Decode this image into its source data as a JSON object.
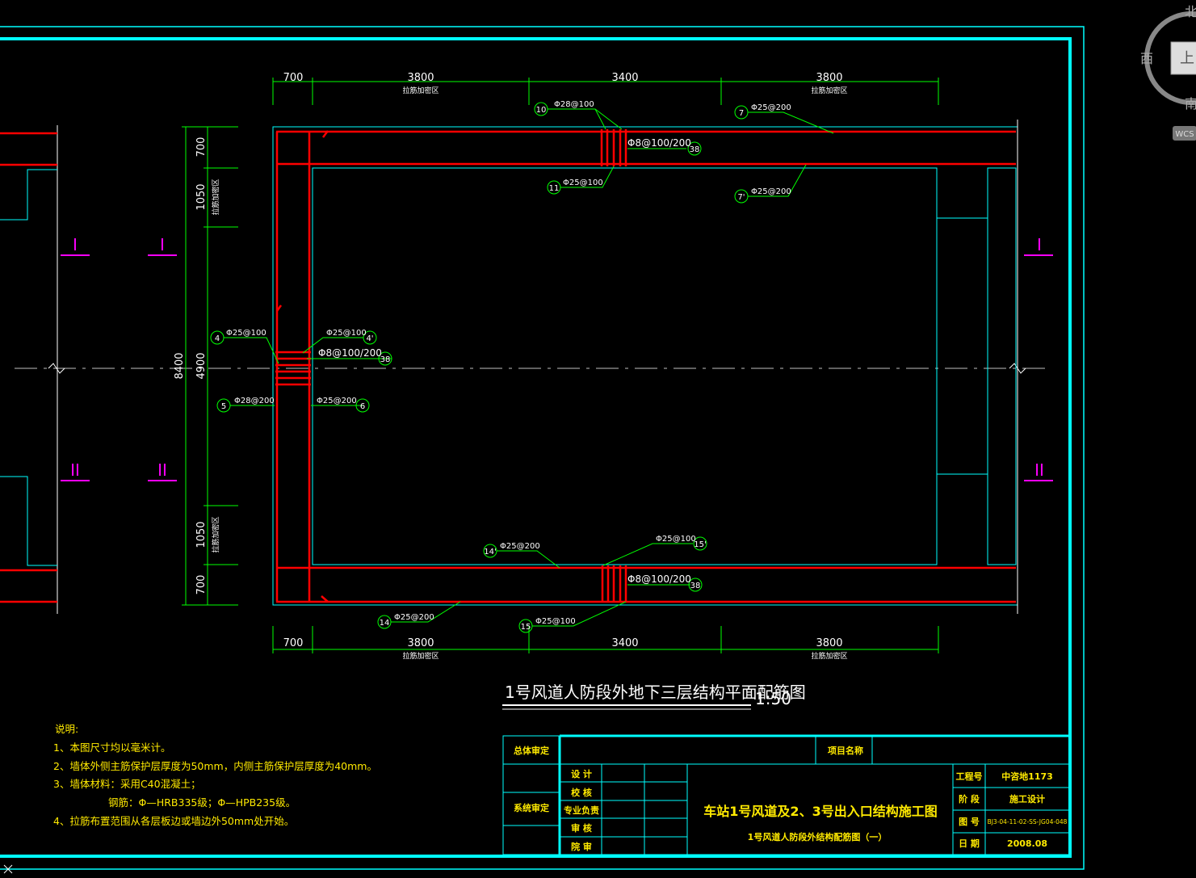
{
  "drawing": {
    "title": "1号风道人防段外地下三层结构平面配筋图",
    "scale": "1:50",
    "dims_top": [
      "700",
      "3800",
      "3400",
      "3800"
    ],
    "dims_bottom": [
      "700",
      "3800",
      "3400",
      "3800"
    ],
    "zone_label": "拉筋加密区",
    "dims_left": [
      "700",
      "1050",
      "4900",
      "1050",
      "700"
    ],
    "dim_total": "8400",
    "section_1": "I",
    "section_2": "II",
    "callouts": {
      "c10": {
        "num": "10",
        "text": "Φ28@100"
      },
      "c7": {
        "num": "7",
        "text": "Φ25@200"
      },
      "c38a": {
        "num": "38",
        "text": "Φ8@100/200"
      },
      "c11": {
        "num": "11",
        "text": "Φ25@100"
      },
      "c7p": {
        "num": "7'",
        "text": "Φ25@200"
      },
      "c4": {
        "num": "4",
        "text": "Φ25@100"
      },
      "c4p": {
        "num": "4'",
        "text": "Φ25@100"
      },
      "c38b": {
        "num": "38",
        "text": "Φ8@100/200"
      },
      "c5": {
        "num": "5",
        "text": "Φ28@200"
      },
      "c6": {
        "num": "6",
        "text": "Φ25@200"
      },
      "c14p": {
        "num": "14'",
        "text": "Φ25@200"
      },
      "c15p": {
        "num": "15'",
        "text": "Φ25@100"
      },
      "c38c": {
        "num": "38",
        "text": "Φ8@100/200"
      },
      "c14": {
        "num": "14",
        "text": "Φ25@200"
      },
      "c15": {
        "num": "15",
        "text": "Φ25@100"
      }
    }
  },
  "notes": {
    "heading": "说明:",
    "items": [
      "1、本图尺寸均以毫米计。",
      "2、墙体外侧主筋保护层厚度为50mm，内侧主筋保护层厚度为40mm。",
      "3、墙体材料：采用C40混凝土；",
      "钢筋：Φ—HRB335级；Φ—HPB235级。",
      "4、拉筋布置范围从各层板边或墙边外50mm处开始。"
    ]
  },
  "title_block": {
    "overall_review": "总体审定",
    "system_review": "系统审定",
    "project_name_label": "项目名称",
    "roles": [
      "设 计",
      "校 核",
      "专业负责",
      "审 核",
      "院 审"
    ],
    "main_title": "车站1号风道及2、3号出入口结构施工图",
    "sub_title": "1号风道人防段外结构配筋图（一）",
    "project_no_label": "工程号",
    "project_no": "中咨地1173",
    "stage_label": "阶 段",
    "stage": "施工设计",
    "drawing_no_label": "图 号",
    "drawing_no": "BJ3-04-11-02-SS-JG04-048",
    "date_label": "日 期",
    "date": "2008.08"
  },
  "viewcube": {
    "north": "北",
    "south": "南",
    "west": "西",
    "face": "上",
    "wcs": "WCS"
  },
  "colors": {
    "frame": "#00ffff",
    "wall": "#ff0000",
    "leader": "#00ff00",
    "section": "#ff00ff",
    "text": "#ffffff",
    "notes": "#ffea00"
  }
}
